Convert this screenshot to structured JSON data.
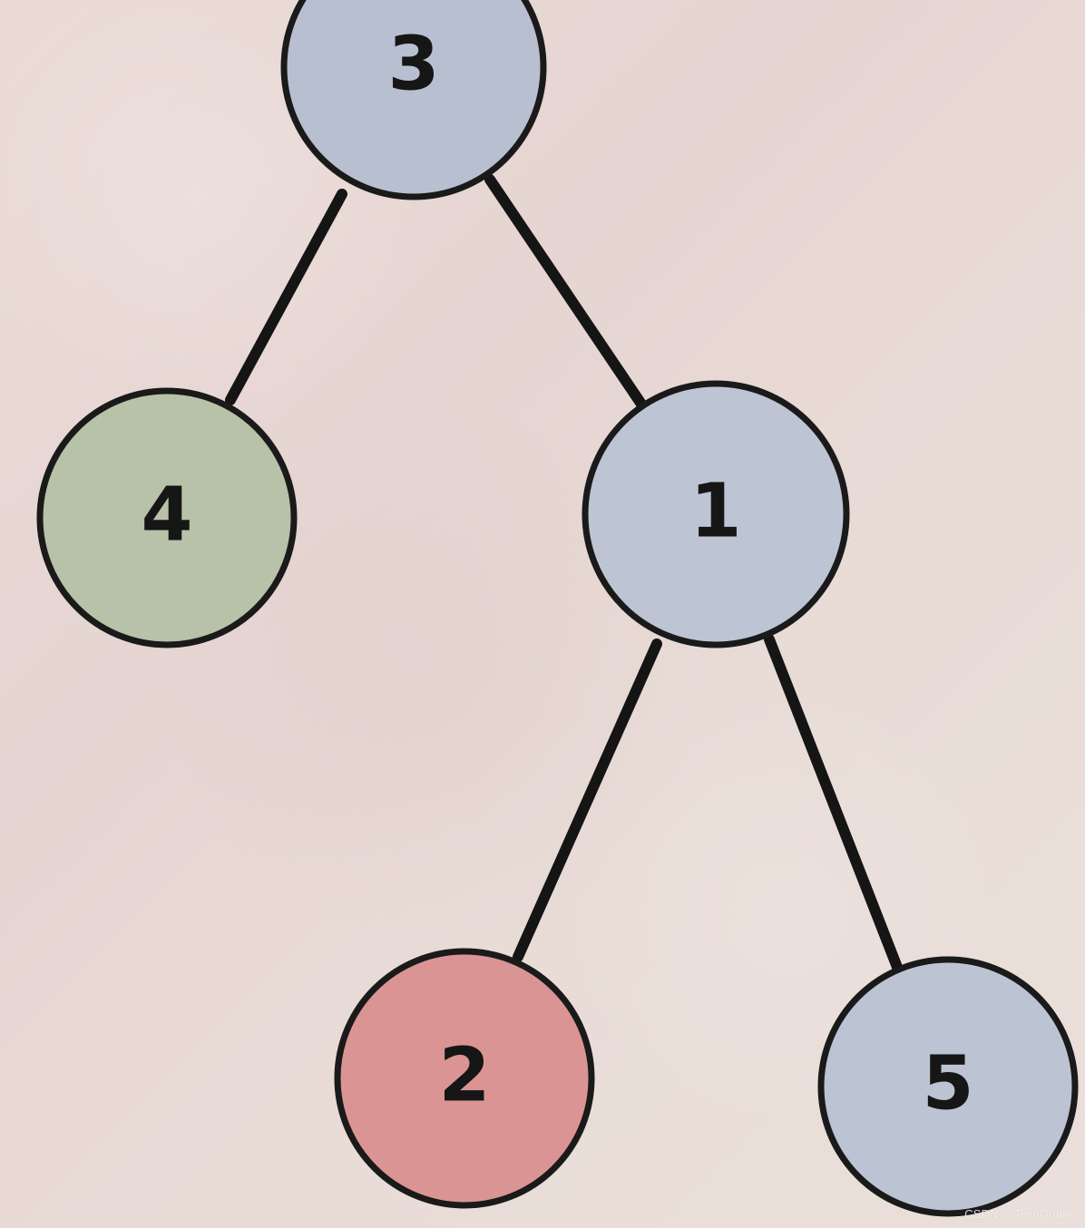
{
  "diagram": {
    "nodes": [
      {
        "id": "root",
        "label": "3",
        "color": "#b8bfd0"
      },
      {
        "id": "left",
        "label": "4",
        "color": "#b7c2a8"
      },
      {
        "id": "right",
        "label": "1",
        "color": "#bdc4d4"
      },
      {
        "id": "bottom-left",
        "label": "2",
        "color": "#db9494"
      },
      {
        "id": "bottom-right",
        "label": "5",
        "color": "#bcc3d3"
      }
    ]
  },
  "watermark": "CSDN @TechGuide"
}
